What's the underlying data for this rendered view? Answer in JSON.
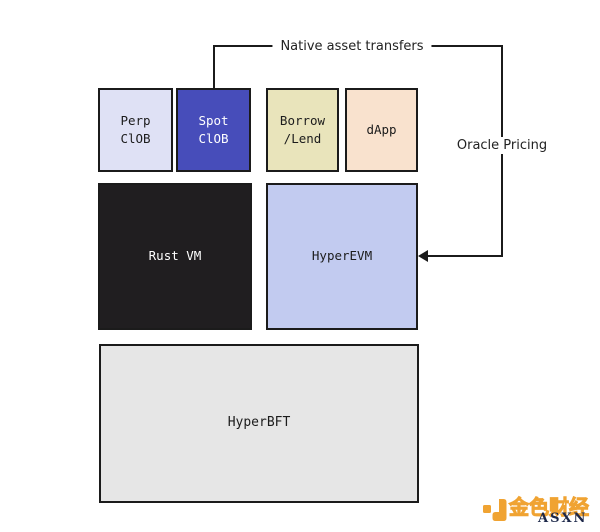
{
  "diagram": {
    "connectors": {
      "native_asset_transfers_label": "Native asset transfers",
      "oracle_pricing_label": "Oracle Pricing"
    },
    "boxes": [
      {
        "id": "perp-clob",
        "lines": [
          "Perp",
          "ClOB"
        ],
        "fill": "#dfe1f5",
        "text_color": "#1c1c1c"
      },
      {
        "id": "spot-clob",
        "lines": [
          "Spot",
          "ClOB"
        ],
        "fill": "#474dba",
        "text_color": "#ffffff"
      },
      {
        "id": "borrow-lend",
        "lines": [
          "Borrow",
          "/Lend"
        ],
        "fill": "#e9e4bb",
        "text_color": "#1c1c1c"
      },
      {
        "id": "dapp",
        "lines": [
          "dApp"
        ],
        "fill": "#f9e2ce",
        "text_color": "#1c1c1c"
      },
      {
        "id": "rust-vm",
        "lines": [
          "Rust VM"
        ],
        "fill": "#201e20",
        "text_color": "#ffffff"
      },
      {
        "id": "hyperevm",
        "lines": [
          "HyperEVM"
        ],
        "fill": "#c2cbf0",
        "text_color": "#1c1c1c"
      },
      {
        "id": "hyperbft",
        "lines": [
          "HyperBFT"
        ],
        "fill": "#e6e6e6",
        "text_color": "#1c1c1c"
      }
    ],
    "line_color": "#1b1b1b"
  },
  "watermark": {
    "brand_cn": "金色财经",
    "brand_en": "ASXN",
    "orange": "#f0a332",
    "navy": "#1c2749"
  }
}
